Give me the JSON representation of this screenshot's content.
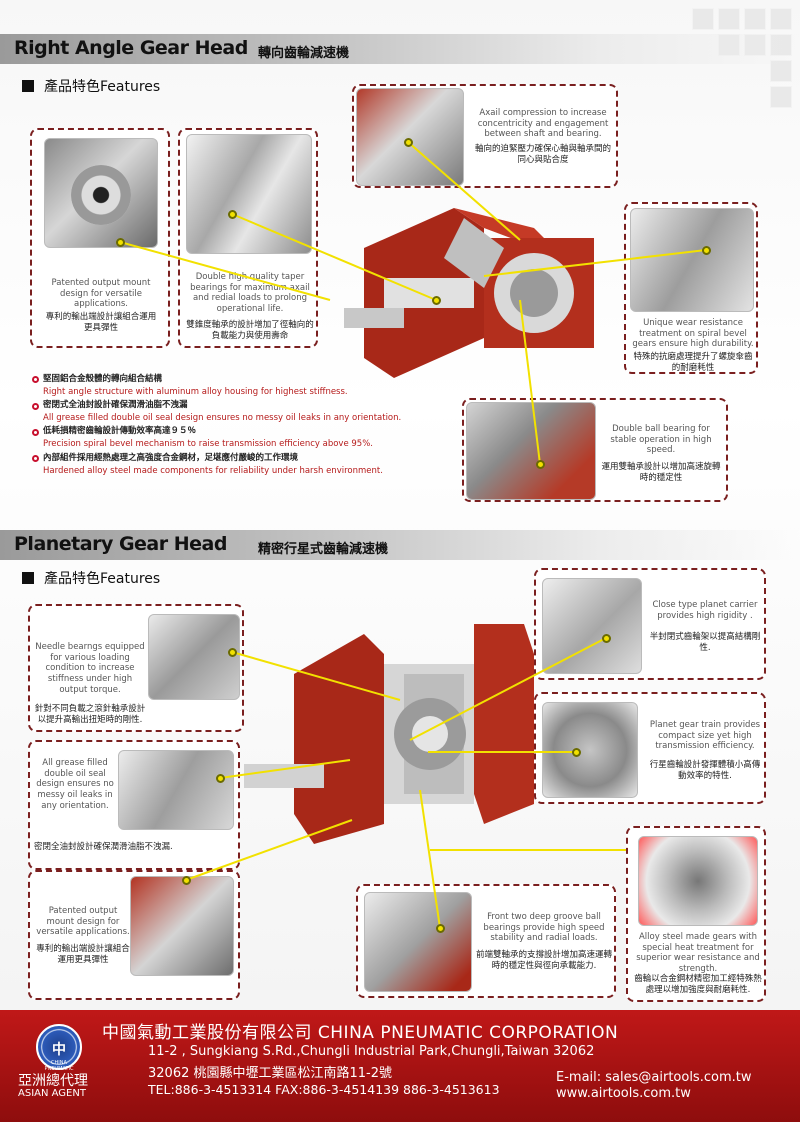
{
  "colors": {
    "accent_red": "#c01818",
    "dashed_border": "#7a1f1f",
    "leader_yellow": "#f2e100",
    "bullet_red": "#b51a1a"
  },
  "section1": {
    "title": "Right Angle Gear Head",
    "subtitle": "轉向齒輪減速機",
    "features_heading": "產品特色Features",
    "callouts": {
      "axial": {
        "en": "Axail compression to increase concentricity and engagement between shaft and bearing.",
        "zh": "軸向的迫緊壓力確保心軸與軸承間的同心與貼合度"
      },
      "output_mount": {
        "en": "Patented output mount design for versatile applications.",
        "zh": "專利的輸出端設計讓組合運用更具彈性"
      },
      "taper_bearings": {
        "en": "Double high quality taper bearings for maximum axail and redial loads to prolong operational life.",
        "zh": "雙錐度軸承的設計增加了徑軸向的負載能力與使用壽命"
      },
      "wear_resistance": {
        "en": "Unique wear resistance treatment on spiral bevel gears ensure high durability.",
        "zh": "特殊的抗磨處理提升了螺旋傘齒的耐磨耗性"
      },
      "ball_bearing": {
        "en": "Double ball bearing for stable operation in high speed.",
        "zh": "運用雙軸承設計以增加高速旋轉時的穩定性"
      }
    },
    "bullets": [
      {
        "zh": "堅固鋁合金殼體的轉向組合結構",
        "en": "Right angle structure with aluminum alloy housing for highest stiffness."
      },
      {
        "zh": "密閉式全油封設計確保潤滑油脂不洩漏",
        "en": "All grease filled double oil seal design ensures no messy oil leaks in any orientation."
      },
      {
        "zh": "低耗損精密齒輪設計傳動效率高達９５％",
        "en": "Precision spiral bevel mechanism to raise transmission efficiency above 95%."
      },
      {
        "zh": "內部組件採用經熱處理之高強度合金鋼材，足堪應付嚴峻的工作環境",
        "en": "Hardened alloy steel made components for reliability under harsh environment."
      }
    ]
  },
  "section2": {
    "title": "Planetary Gear Head",
    "subtitle": "精密行星式齒輪減速機",
    "features_heading": "產品特色Features",
    "callouts": {
      "planet_carrier": {
        "en": "Close type planet carrier provides high rigidity .",
        "zh": "半封閉式齒輪架以提高結構剛性."
      },
      "needle_bearings": {
        "en": "Needle bearngs equipped for various loading condition to increase stiffness under high output torque.",
        "zh": "針對不同負載之滾針軸承設計以提升高輸出扭矩時的剛性."
      },
      "planet_train": {
        "en": "Planet gear train provides compact size yet high transmission efficiency.",
        "zh": "行星齒輪設計發揮體積小高傳動效率的特性."
      },
      "oil_seal": {
        "en": "All grease filled double oil seal design ensures no messy oil leaks in any orientation.",
        "zh": "密閉全油封設計確保潤滑油脂不洩漏."
      },
      "output_mount": {
        "en": "Patented output mount design for versatile applications.",
        "zh": "專利的輸出端設計讓組合運用更具彈性"
      },
      "groove_ball": {
        "en": "Front two deep groove ball bearings provide high speed stability and radial loads.",
        "zh": "前端雙軸承的支撐設計增加高速運轉時的穩定性與徑向承載能力."
      },
      "alloy_steel": {
        "en": "Alloy steel made gears with special  heat treatment for superior wear resistance and strength.",
        "zh": "齒輪以合金鋼材精密加工經特殊熱處理以增加強度與耐磨耗性."
      }
    }
  },
  "footer": {
    "logo_text": "中",
    "logo_ring": "CHINA PNEUMATIC",
    "company": "中國氣動工業股份有限公司  CHINA PNEUMATIC CORPORATION",
    "address_en": "11-2 , Sungkiang S.Rd.,Chungli Industrial Park,Chungli,Taiwan 32062",
    "address_zh": "32062 桃園縣中壢工業區松江南路11-2號",
    "tel": "TEL:886-3-4513314   FAX:886-3-4514139   886-3-4513613",
    "email": "E-mail: sales@airtools.com.tw",
    "website": "www.airtools.com.tw",
    "agent_zh": "亞洲總代理",
    "agent_en": "ASIAN AGENT"
  }
}
